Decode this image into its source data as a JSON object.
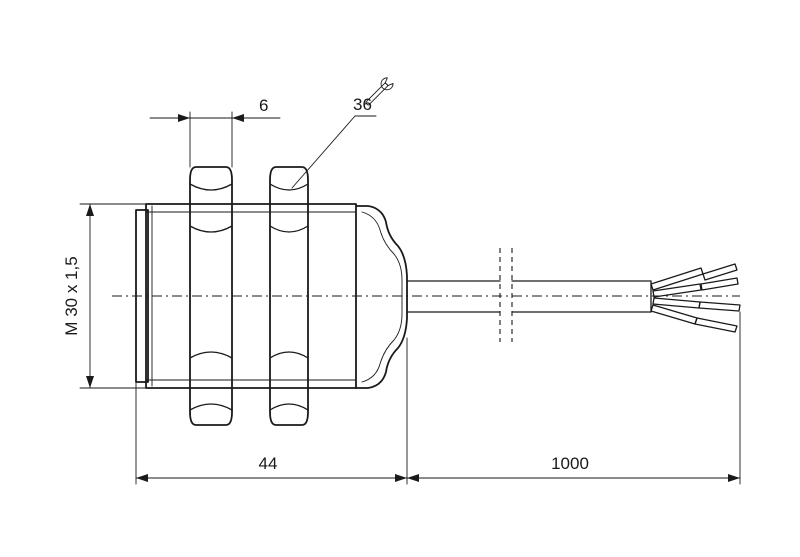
{
  "dimensions": {
    "nut_thickness": "6",
    "wrench_size": "36",
    "thread": "M 30 x 1,5",
    "body_length": "44",
    "cable_length": "1000"
  },
  "icons": {
    "wrench": "wrench-icon"
  }
}
